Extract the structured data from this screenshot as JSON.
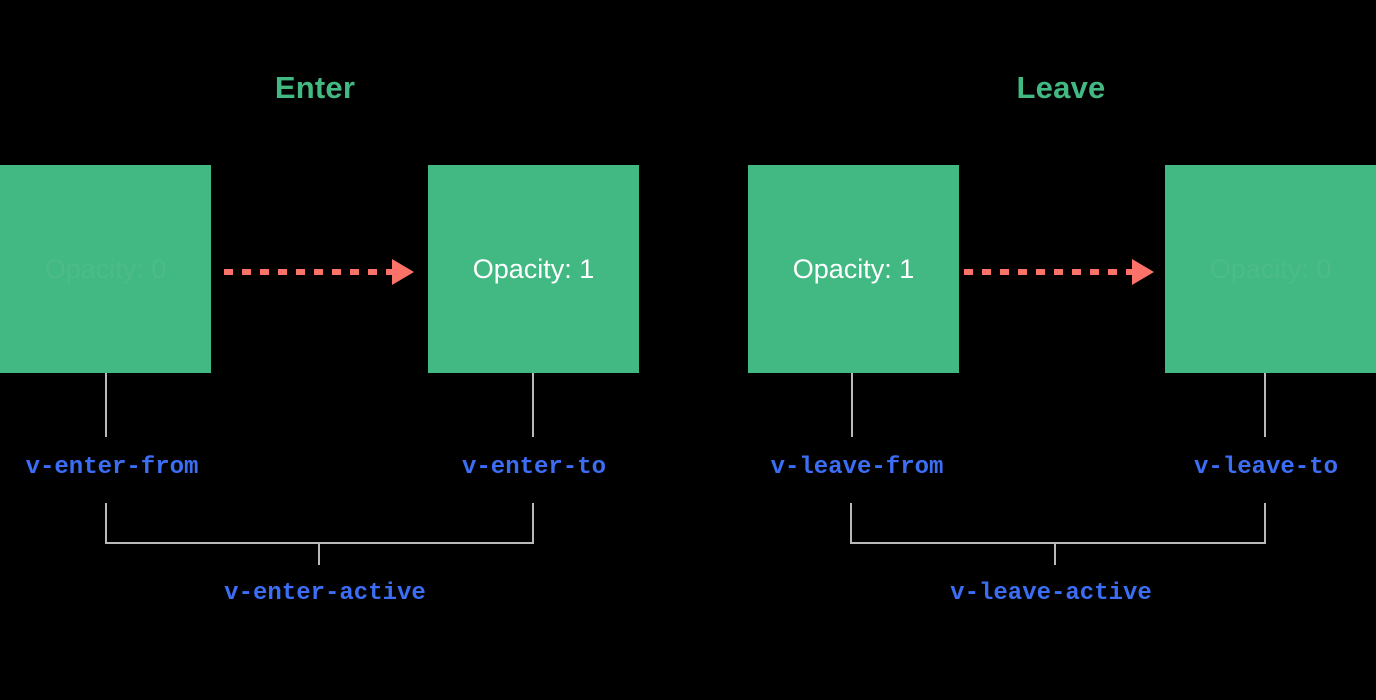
{
  "diagram": {
    "title_enter": "Enter",
    "title_leave": "Leave",
    "accent_green": "#42b883",
    "accent_blue": "#3b6ef5",
    "accent_red": "#fa7268",
    "line_gray": "#b9b9b9",
    "background": "#000000"
  },
  "boxes": [
    {
      "id": "enter-from-box",
      "label": "Opacity: 0",
      "faded": true
    },
    {
      "id": "enter-to-box",
      "label": "Opacity: 1",
      "faded": false
    },
    {
      "id": "leave-from-box",
      "label": "Opacity: 1",
      "faded": false
    },
    {
      "id": "leave-to-box",
      "label": "Opacity: 0",
      "faded": true
    }
  ],
  "class_labels": {
    "enter_from": "v-enter-from",
    "enter_to": "v-enter-to",
    "enter_active": "v-enter-active",
    "leave_from": "v-leave-from",
    "leave_to": "v-leave-to",
    "leave_active": "v-leave-active"
  }
}
